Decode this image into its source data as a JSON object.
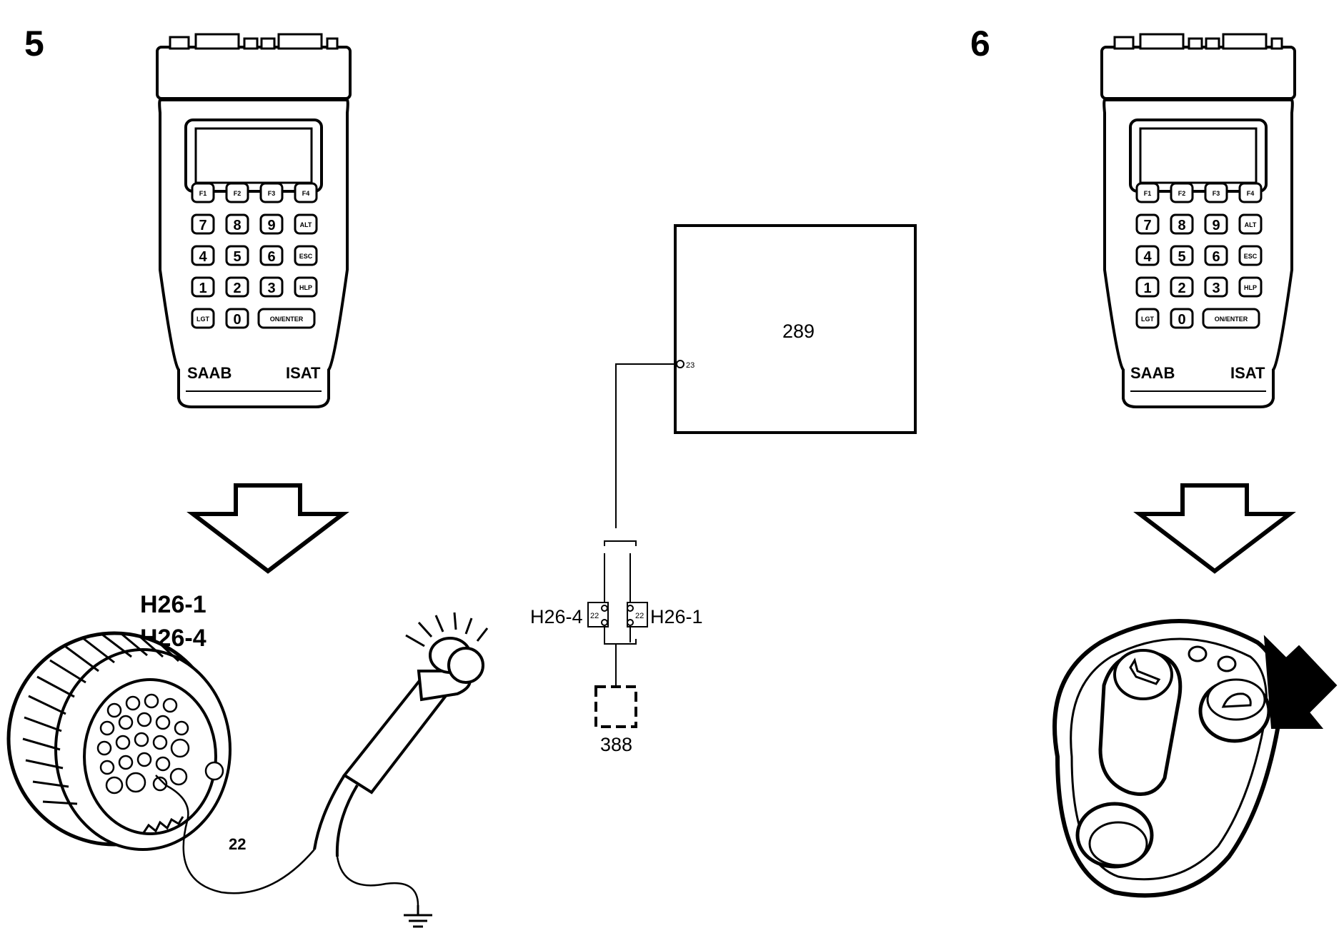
{
  "steps": {
    "left": "5",
    "right": "6"
  },
  "scan_tool": {
    "brand": "SAAB",
    "model": "ISAT",
    "keys": {
      "row1": [
        "F1",
        "F2",
        "F3",
        "F4"
      ],
      "row2": [
        "7",
        "8",
        "9",
        "ALT"
      ],
      "row3": [
        "4",
        "5",
        "6",
        "ESC"
      ],
      "row4": [
        "1",
        "2",
        "3",
        "HLP"
      ],
      "row5": [
        "LGT",
        "0",
        "ON/ENTER"
      ]
    }
  },
  "connector": {
    "label_1": "H26-1",
    "label_2": "H26-4",
    "pin": "22"
  },
  "schematic": {
    "module": "289",
    "module_pin": "23",
    "connector_left": "H26-4",
    "connector_right": "H26-1",
    "connector_pin": "22",
    "ground_box": "388"
  }
}
